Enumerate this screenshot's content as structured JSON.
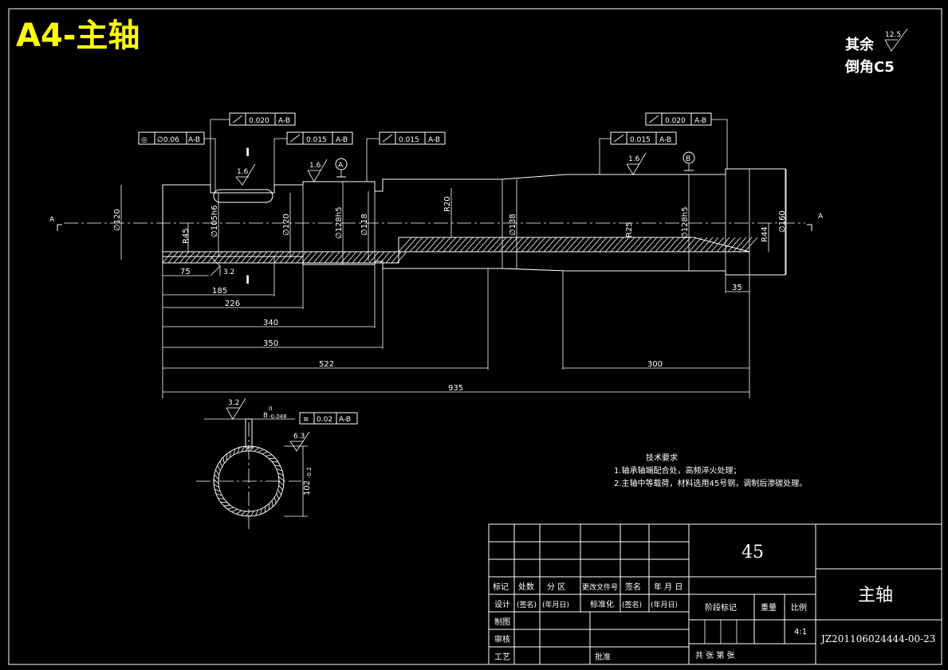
{
  "title": "A4-主轴",
  "notes_top_right": {
    "line1": "其余",
    "roughness_other": "12.5",
    "line2": "倒角C5"
  },
  "gdt_frames": {
    "runout_top_left": {
      "tol": "0.020",
      "datum": "A-B"
    },
    "concentricity": {
      "symbol": "◎",
      "tol": "∅0.06",
      "datum": "A-B"
    },
    "runout_left2": {
      "tol": "0.015",
      "datum": "A-B"
    },
    "runout_mid": {
      "tol": "0.015",
      "datum": "A-B"
    },
    "runout_right_top": {
      "tol": "0.020",
      "datum": "A-B"
    },
    "runout_right2": {
      "tol": "0.015",
      "datum": "A-B"
    },
    "symmetry": {
      "symbol": "≡",
      "tol": "0.02",
      "datum": "A-B"
    }
  },
  "datums": {
    "a": "A",
    "b": "B"
  },
  "section_marks": {
    "left": "A",
    "right": "A",
    "cut": "I"
  },
  "roughness": {
    "r1": "1.6",
    "r2": "1.6",
    "r3": "1.6",
    "r4": "3.2",
    "r5": "3.2",
    "r6": "6.3"
  },
  "diameters": {
    "d120_left": "∅120",
    "d105": "∅105h6",
    "d120_2": "∅120",
    "d128": "∅128h5",
    "d118": "∅118",
    "d138": "∅138",
    "d128b": "∅128h5",
    "d160": "∅160"
  },
  "radii": {
    "r45": "R45",
    "r20": "R20",
    "r25": "R25",
    "r44": "R44"
  },
  "lengths": {
    "l75": "75",
    "l185": "185",
    "l226": "226",
    "l340": "340",
    "l350": "350",
    "l522": "522",
    "l300": "300",
    "l935": "935",
    "l35": "35"
  },
  "section_view": {
    "keyway": "8",
    "keyway_tol_upper": "0",
    "keyway_tol_lower": "-0.048",
    "depth": "102",
    "depth_tol": "-0.2"
  },
  "tech_req": {
    "heading": "技术要求",
    "item1": "1.轴承轴端配合处，高频淬火处理；",
    "item2": "2.主轴中等载荷，材料选用45号钢，调制后渗碳处理。"
  },
  "title_block": {
    "material": "45",
    "part_name": "主轴",
    "drawing_no": "JZ201106024444-00-23",
    "header_row": [
      "标记",
      "处数",
      "分 区",
      "更改文件号",
      "签名",
      "年 月 日"
    ],
    "design_row": [
      "设计",
      "(签名)",
      "(年月日)",
      "标准化",
      "(签名)",
      "(年月日)"
    ],
    "draw": "制图",
    "check": "审核",
    "process": "工艺",
    "approve": "批准",
    "stage_mark": "阶段标记",
    "weight": "重量",
    "scale_label": "比例",
    "scale": "4:1",
    "sheets": "共  张  第  张"
  }
}
